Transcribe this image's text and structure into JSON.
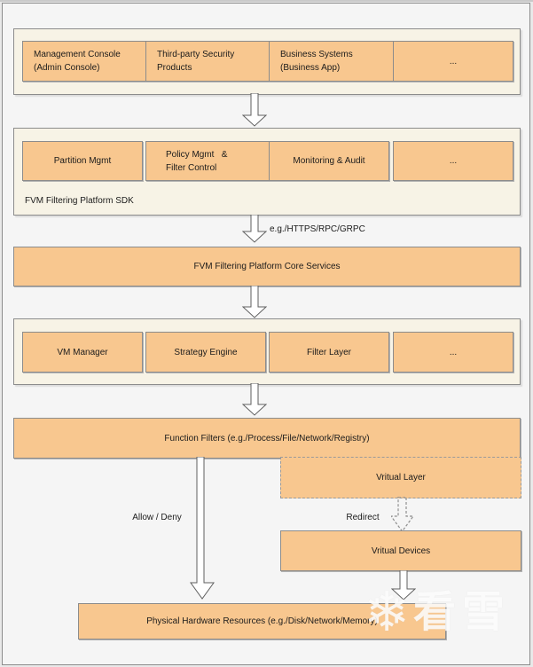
{
  "colors": {
    "node_fill": "#f8c78f",
    "group_fill": "#f7f3e6",
    "page_bg": "#f5f5f5",
    "border": "#8c8c8c"
  },
  "groups": {
    "clients": {
      "nodes": [
        {
          "line1": "Management Console",
          "line2": "(Admin Console)"
        },
        {
          "line1": "Third-party Security",
          "line2": "Products"
        },
        {
          "line1": "Business Systems",
          "line2": "(Business App)"
        },
        {
          "line1": "..."
        }
      ]
    },
    "sdk": {
      "label": "FVM Filtering Platform SDK",
      "nodes": [
        {
          "line1": "Partition Mgmt"
        },
        {
          "line1": "Policy Mgmt   &",
          "line2": "Filter Control"
        },
        {
          "line1": "Monitoring & Audit"
        },
        {
          "line1": "..."
        }
      ]
    },
    "core": {
      "label": "FVM Filtering Platform Core Services"
    },
    "engine": {
      "nodes": [
        {
          "line1": "VM Manager"
        },
        {
          "line1": "Strategy Engine"
        },
        {
          "line1": "Filter Layer"
        },
        {
          "line1": "..."
        }
      ]
    },
    "filters": {
      "label": "Function Filters (e.g./Process/File/Network/Registry)"
    },
    "virtual_layer": {
      "label": "Vritual Layer"
    },
    "virtual_devices": {
      "label": "Vritual Devices"
    },
    "physical": {
      "label": "Physical Hardware Resources (e.g./Disk/Network/Memory)"
    }
  },
  "edges": {
    "protocol_label": "e.g./HTTPS/RPC/GRPC",
    "allow_deny_label": "Allow / Deny",
    "redirect_label": "Redirect"
  },
  "watermark": {
    "snowflake_icon": "❄",
    "text": "看雪"
  }
}
